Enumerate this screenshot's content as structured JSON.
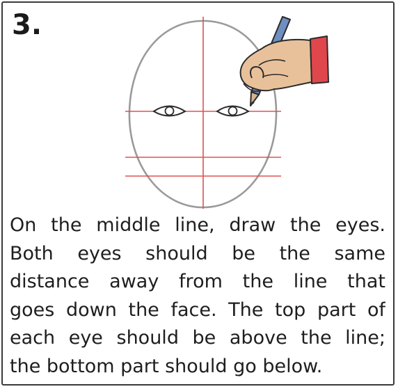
{
  "step": {
    "number": "3."
  },
  "instructions": {
    "lines": [
      "On the middle line, draw the eyes.",
      "Both eyes should be the same",
      "distance away from the line that",
      "goes down the face. The top part of",
      "each eye should be above the line;",
      "the bottom part should go below."
    ]
  },
  "illustration": {
    "colors": {
      "face_outline": "#9a9a9a",
      "guide_lines": "#e05252",
      "eye_outline": "#2b2b2b",
      "skin": "#e8c19b",
      "sleeve": "#e0474c",
      "pencil": "#6e8fbf",
      "outline": "#2b2b2b"
    }
  }
}
